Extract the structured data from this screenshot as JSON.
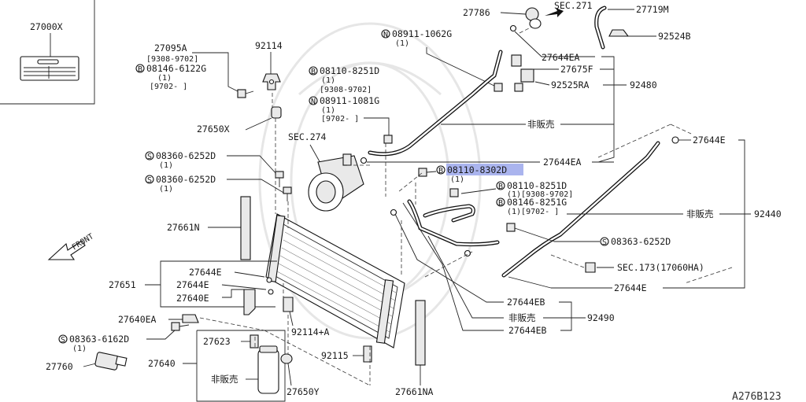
{
  "labels": {
    "p27000X": "27000X",
    "p27095A": "27095A",
    "p27095A_code": "[9308-9702]",
    "p08146_6122G": "08146-6122G",
    "p08146_6122G_qty": "(1)",
    "p08146_6122G_code": "[9702-    ]",
    "p92114": "92114",
    "p27650X": "27650X",
    "p08360_6252D_a": "08360-6252D",
    "p08360_6252D_a_qty": "(1)",
    "p08360_6252D_b": "08360-6252D",
    "p08360_6252D_b_qty": "(1)",
    "p27661N": "27661N",
    "p27651": "27651",
    "p27644E_a": "27644E",
    "p27644E_b": "27644E",
    "p27640E": "27640E",
    "p27640EA": "27640EA",
    "p08363_6162D": "08363-6162D",
    "p08363_6162D_qty": "(1)",
    "p27623": "27623",
    "p27640": "27640",
    "p27760": "27760",
    "p_hibai_1": "非販売",
    "p27650Y": "27650Y",
    "p92115": "92115",
    "p27661NA": "27661NA",
    "p92114A": "92114+A",
    "p08110_8251D_a": "08110-8251D",
    "p08110_8251D_a_qty": "(1)",
    "p08110_8251D_a_code": "[9308-9702]",
    "p08911_1081G": "08911-1081G",
    "p08911_1081G_qty": "(1)",
    "p08911_1081G_code": "[9702-     ]",
    "sec274": "SEC.274",
    "p08911_1062G": "08911-1062G",
    "p08911_1062G_qty": "(1)",
    "p27786": "27786",
    "sec271": "SEC.271",
    "p27719M": "27719M",
    "p92524B": "92524B",
    "p27644EA_a": "27644EA",
    "p27675F": "27675F",
    "p92525RA": "92525RA",
    "p92480": "92480",
    "p_hibai_2": "非販売",
    "p27644EA_b": "27644EA",
    "p08110_8302D": "08110-8302D",
    "p08110_8302D_qty": "(1)",
    "p08110_8251D_b": "08110-8251D",
    "p08110_8251D_b_code": "(1)[9308-9702]",
    "p08146_8251G": "08146-8251G",
    "p08146_8251G_code": "(1)[9702-  ]",
    "p27644E_c": "27644E",
    "p_hibai_3": "非販売",
    "p92440": "92440",
    "p08363_6252D": "08363-6252D",
    "sec173": "SEC.173(17060HA)",
    "p27644E_d": "27644E",
    "p27644EB_a": "27644EB",
    "p_hibai_4": "非販売",
    "p92490": "92490",
    "p27644EB_b": "27644EB",
    "front": "FRONT",
    "ref": "A276B123"
  },
  "circle_codes": {
    "bolt": "B",
    "screw": "S",
    "nut": "N"
  },
  "highlight_color": "#aab4ee"
}
